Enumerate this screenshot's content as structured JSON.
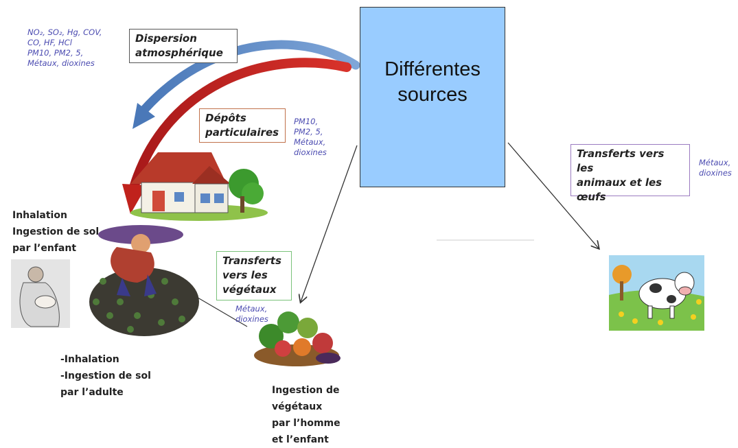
{
  "source": {
    "title": "Différentes sources"
  },
  "notes": {
    "atmo_pollutants": [
      "NO₂, SO₂, Hg, COV,",
      "CO, HF, HCl",
      "PM10, PM2, 5,",
      "Métaux, dioxines"
    ],
    "deposit_pollutants": [
      "PM10,",
      "PM2, 5,",
      "Métaux,",
      "dioxines"
    ],
    "animal_pollutants": [
      "Métaux,",
      "dioxines"
    ],
    "vegetable_pollutants": [
      "Métaux,",
      "dioxines"
    ]
  },
  "boxes": {
    "dispersion": [
      "Dispersion",
      "atmosphérique"
    ],
    "deposits": [
      "Dépôts",
      "particulaires"
    ],
    "plants": [
      "Transferts",
      "vers les",
      "végétaux"
    ],
    "animals": [
      "Transferts vers les",
      "animaux et les",
      "œufs"
    ]
  },
  "labels": {
    "child": [
      "Inhalation",
      "Ingestion de sol",
      "par l’enfant"
    ],
    "adult": [
      "-Inhalation",
      "-Ingestion de sol",
      "par l’adulte"
    ],
    "vegetables": [
      "Ingestion de",
      "végétaux",
      "par l’homme",
      "et l’enfant"
    ]
  },
  "colors": {
    "source_fill": "#99ccff",
    "dispersion_border": "#555555",
    "deposits_border": "#c0704a",
    "plants_border": "#7ac27a",
    "animals_border": "#9a7ac0",
    "blue_arrow": "#4a78b8",
    "red_arrow": "#c0221c",
    "note_text": "#4a4ab0"
  },
  "icons": [
    "house-illustration",
    "gardener-illustration",
    "mother-child-illustration",
    "vegetables-illustration",
    "cow-illustration"
  ]
}
